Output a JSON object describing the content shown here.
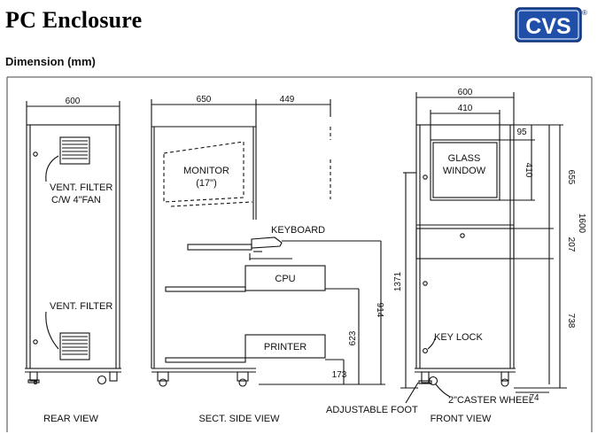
{
  "header": {
    "title": "PC Enclosure",
    "subtitle": "Dimension (mm)",
    "logo_text": "CVS",
    "logo_registered": "®",
    "brand_color": "#1f4fa8"
  },
  "views": {
    "rear": "REAR VIEW",
    "side": "SECT. SIDE VIEW",
    "front": "FRONT VIEW"
  },
  "labels": {
    "vent_filter_fan_1": "VENT. FILTER",
    "vent_filter_fan_2": "C/W 4\"FAN",
    "vent_filter": "VENT. FILTER",
    "monitor_1": "MONITOR",
    "monitor_2": "(17\")",
    "keyboard": "KEYBOARD",
    "cpu": "CPU",
    "printer": "PRINTER",
    "glass_1": "GLASS",
    "glass_2": "WINDOW",
    "key_lock": "KEY LOCK",
    "caster": "2\"CASTER WHEEL",
    "adjustable_foot": "ADJUSTABLE FOOT"
  },
  "dimensions": {
    "rear_width": "600",
    "side_depth": "650",
    "side_keyboard": "449",
    "side_914": "914",
    "side_623": "623",
    "side_173": "173",
    "front_width": "600",
    "window_width": "410",
    "window_top": "95",
    "window_height": "410",
    "upper_height": "655",
    "total_height": "1600",
    "drawer_height": "207",
    "lower_height": "738",
    "left_height": "1371",
    "bottom_clearance": "74"
  }
}
